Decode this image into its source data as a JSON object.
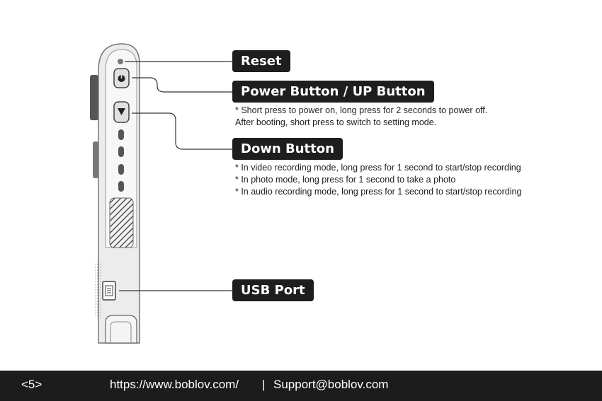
{
  "callouts": {
    "reset": "Reset",
    "power": "Power Button / UP Button",
    "down": "Down Button",
    "usb": "USB Port"
  },
  "power_notes": [
    "* Short press to power on, long press for 2 seconds to power off.",
    "After booting, short press to switch to setting mode."
  ],
  "down_notes": [
    "* In video recording mode, long press for 1 second to start/stop recording",
    "* In photo mode, long press for 1 second to take a photo",
    "* In audio recording mode, long press for 1 second to start/stop recording"
  ],
  "footer": {
    "page": "<5>",
    "website": "https://www.boblov.com/",
    "separator": "|",
    "email": "Support@boblov.com"
  },
  "icons": [
    "power-icon",
    "down-arrow-icon"
  ],
  "colors": {
    "footer_bg": "#1c1c1c",
    "callout_bg": "#1e1e1e"
  }
}
